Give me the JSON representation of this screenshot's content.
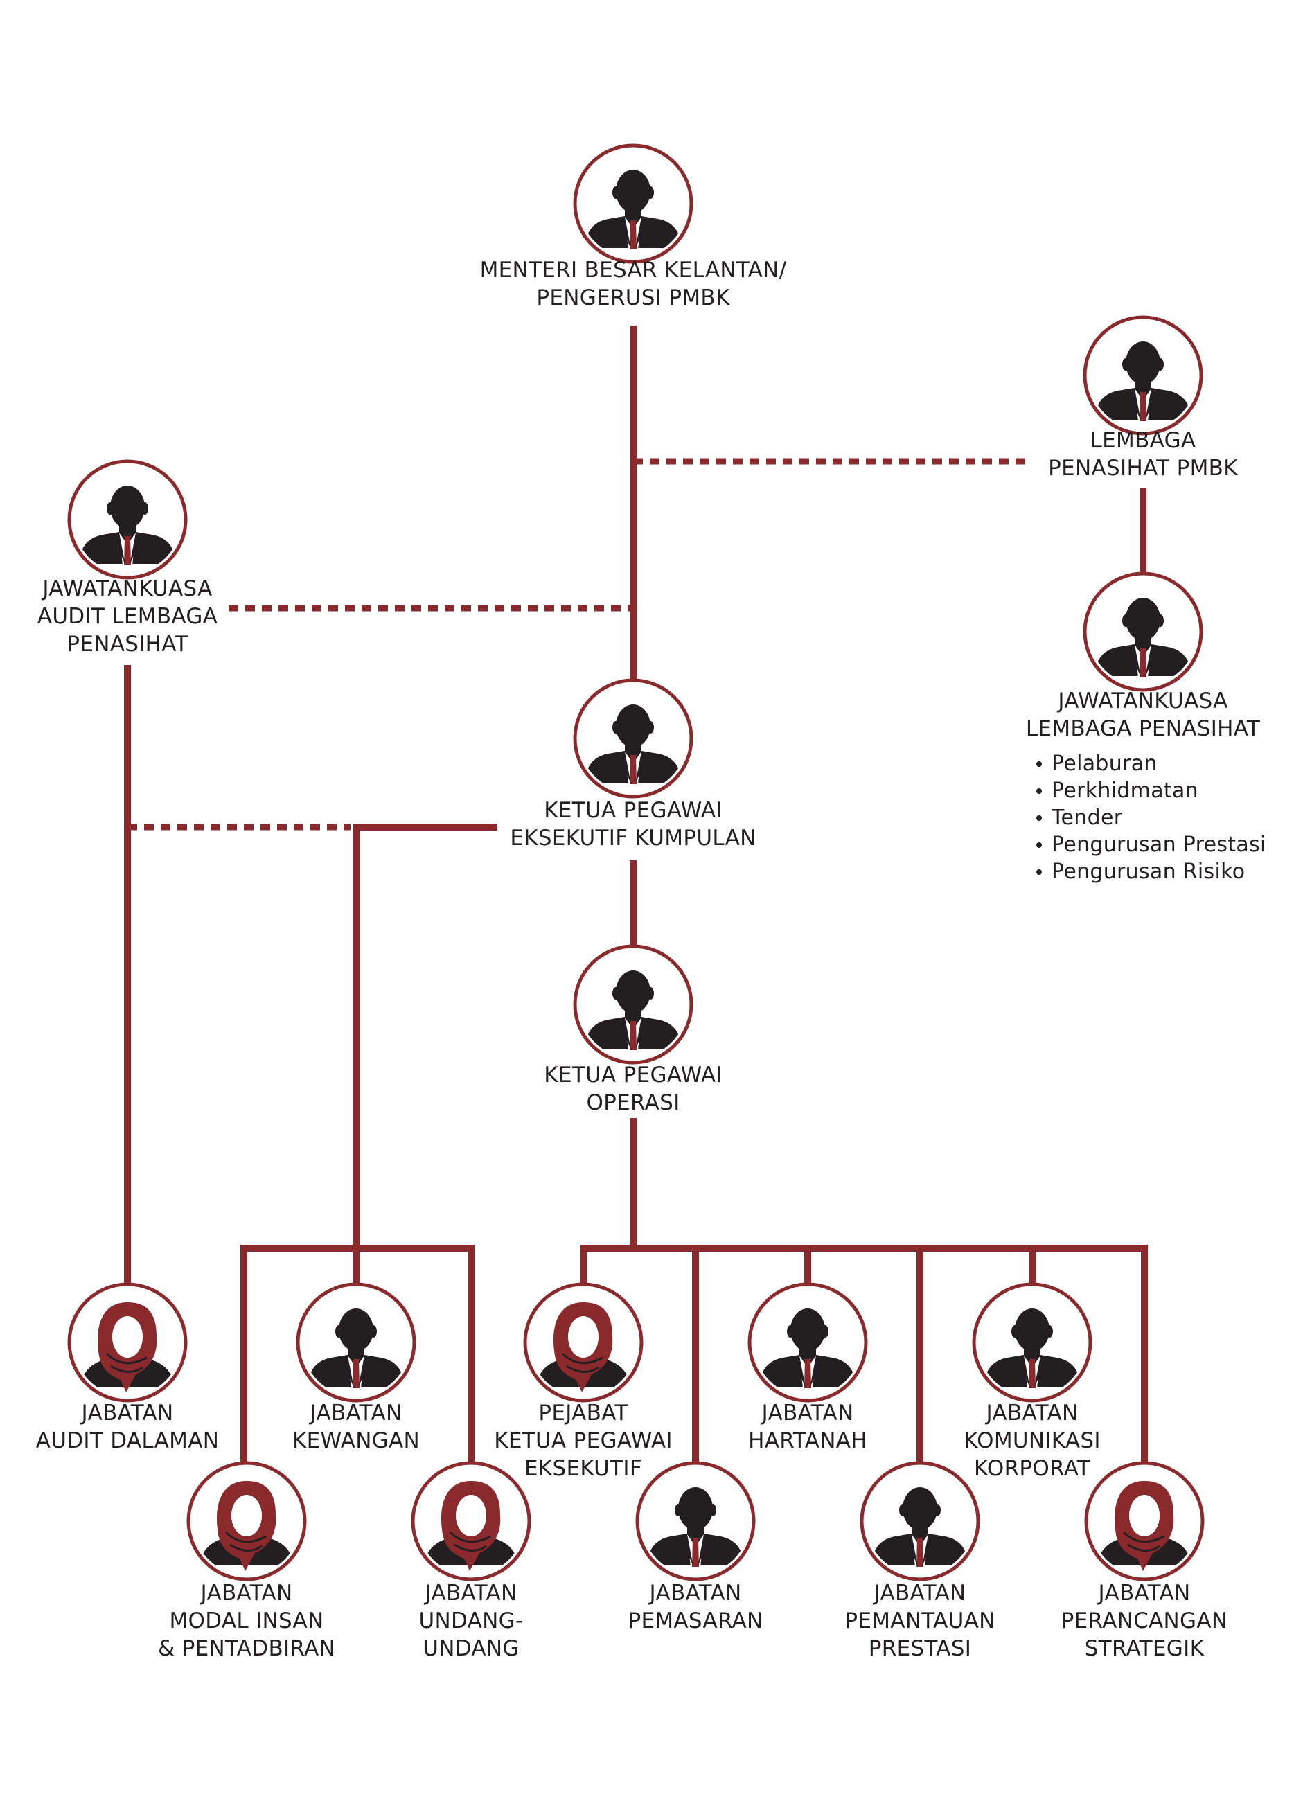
{
  "colors": {
    "line": "#8b2a2c",
    "ring": "#8b2a2c",
    "figure": "#231f20",
    "tie": "#8b2a2c",
    "hijab": "#8b2a2c",
    "text": "#231f20",
    "background": "#ffffff"
  },
  "nodes": [
    {
      "id": "menteri-besar",
      "icon": "man",
      "label": [
        "MENTERI BESAR KELANTAN/",
        "PENGERUSI PMBK"
      ]
    },
    {
      "id": "lembaga-penasihat",
      "icon": "man",
      "label": [
        "LEMBAGA",
        "PENASIHAT PMBK"
      ]
    },
    {
      "id": "jk-audit",
      "icon": "man",
      "label": [
        "JAWATANKUASA",
        "AUDIT LEMBAGA",
        "PENASIHAT"
      ]
    },
    {
      "id": "jk-lembaga",
      "icon": "man",
      "label": [
        "JAWATANKUASA",
        "LEMBAGA PENASIHAT"
      ],
      "bullets": [
        "Pelaburan",
        "Perkhidmatan",
        "Tender",
        "Pengurusan Prestasi",
        "Pengurusan Risiko"
      ]
    },
    {
      "id": "ceo",
      "icon": "man",
      "label": [
        "KETUA PEGAWAI",
        "EKSEKUTIF KUMPULAN"
      ]
    },
    {
      "id": "coo",
      "icon": "man",
      "label": [
        "KETUA PEGAWAI",
        "OPERASI"
      ]
    },
    {
      "id": "audit-dalaman",
      "icon": "woman",
      "label": [
        "JABATAN",
        "AUDIT DALAMAN"
      ]
    },
    {
      "id": "kewangan",
      "icon": "man",
      "label": [
        "JABATAN",
        "KEWANGAN"
      ]
    },
    {
      "id": "pejabat-ceo",
      "icon": "woman",
      "label": [
        "PEJABAT",
        "KETUA PEGAWAI",
        "EKSEKUTIF"
      ]
    },
    {
      "id": "hartanah",
      "icon": "man",
      "label": [
        "JABATAN",
        "HARTANAH"
      ]
    },
    {
      "id": "komunikasi",
      "icon": "man",
      "label": [
        "JABATAN",
        "KOMUNIKASI",
        "KORPORAT"
      ]
    },
    {
      "id": "modal-insan",
      "icon": "woman",
      "label": [
        "JABATAN",
        "MODAL INSAN",
        "& PENTADBIRAN"
      ]
    },
    {
      "id": "undang",
      "icon": "woman",
      "label": [
        "JABATAN",
        "UNDANG-",
        "UNDANG"
      ]
    },
    {
      "id": "pemasaran",
      "icon": "man",
      "label": [
        "JABATAN",
        "PEMASARAN"
      ]
    },
    {
      "id": "pemantauan",
      "icon": "man",
      "label": [
        "JABATAN",
        "PEMANTAUAN",
        "PRESTASI"
      ]
    },
    {
      "id": "perancangan",
      "icon": "woman",
      "label": [
        "JABATAN",
        "PERANCANGAN",
        "STRATEGIK"
      ]
    }
  ],
  "edges": [
    {
      "from": "menteri-besar",
      "to": "ceo",
      "style": "solid"
    },
    {
      "from": "menteri-besar",
      "to": "lembaga-penasihat",
      "style": "dotted"
    },
    {
      "from": "lembaga-penasihat",
      "to": "jk-lembaga",
      "style": "solid"
    },
    {
      "from": "jk-audit",
      "to": "menteri-besar",
      "style": "dotted"
    },
    {
      "from": "jk-audit",
      "to": "audit-dalaman",
      "style": "solid"
    },
    {
      "from": "ceo",
      "to": "coo",
      "style": "solid"
    },
    {
      "from": "ceo",
      "to": "kewangan",
      "style": "solid"
    },
    {
      "from": "ceo",
      "to": "modal-insan",
      "style": "solid"
    },
    {
      "from": "ceo",
      "to": "undang",
      "style": "solid"
    },
    {
      "from": "audit-dalaman",
      "to": "ceo",
      "style": "dotted"
    },
    {
      "from": "coo",
      "to": "pejabat-ceo",
      "style": "solid"
    },
    {
      "from": "coo",
      "to": "pemasaran",
      "style": "solid"
    },
    {
      "from": "coo",
      "to": "hartanah",
      "style": "solid"
    },
    {
      "from": "coo",
      "to": "pemantauan",
      "style": "solid"
    },
    {
      "from": "coo",
      "to": "komunikasi",
      "style": "solid"
    },
    {
      "from": "coo",
      "to": "perancangan",
      "style": "solid"
    }
  ]
}
